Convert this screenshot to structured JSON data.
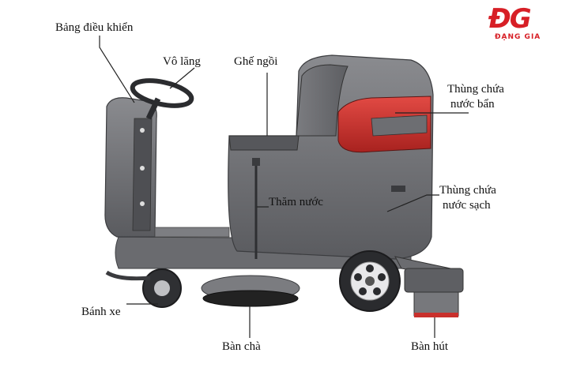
{
  "brand": {
    "logo_text": "ĐG",
    "logo_subtext": "ĐẠNG GIA",
    "color": "#d71f26"
  },
  "labels": {
    "control_panel": "Bảng điều khiển",
    "steering_wheel": "Vô lăng",
    "seat": "Ghế ngồi",
    "dirty_tank_line1": "Thùng chứa",
    "dirty_tank_line2": "nước bẩn",
    "clean_tank_line1": "Thùng chứa",
    "clean_tank_line2": "nước sạch",
    "water_check": "Thăm nước",
    "wheel": "Bánh xe",
    "brush": "Bàn chà",
    "squeegee": "Bàn hút"
  },
  "colors": {
    "body_gray": "#6e6f73",
    "body_dark": "#4a4b4f",
    "accent_red": "#c9302c",
    "leader_line": "#222222"
  }
}
